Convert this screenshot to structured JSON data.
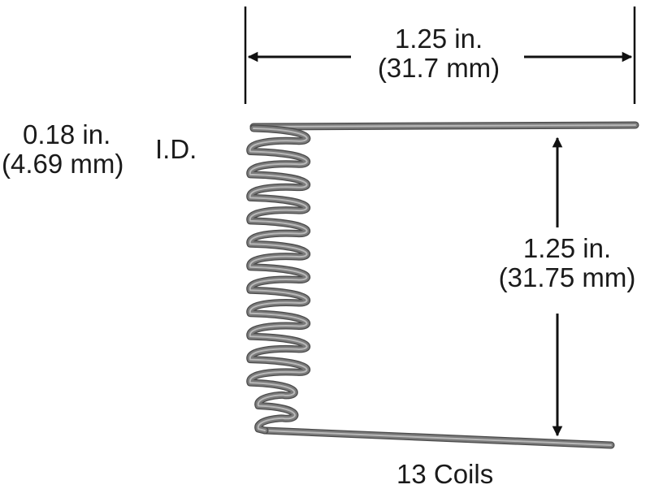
{
  "dimensions": {
    "top_width": {
      "inches": "1.25 in.",
      "metric": "(31.7 mm)"
    },
    "inner_diameter": {
      "inches": "0.18 in.",
      "metric": "(4.69 mm)",
      "tag": "I.D."
    },
    "leg_length": {
      "inches": "1.25 in.",
      "metric": "(31.75 mm)"
    }
  },
  "coil_label": "13 Coils",
  "coil_count": 13,
  "colors": {
    "wire": "#7a7a7a",
    "wire_edge": "#4a4a4a",
    "wire_highlight": "#b8b8b8",
    "dimension_line": "#111111"
  }
}
